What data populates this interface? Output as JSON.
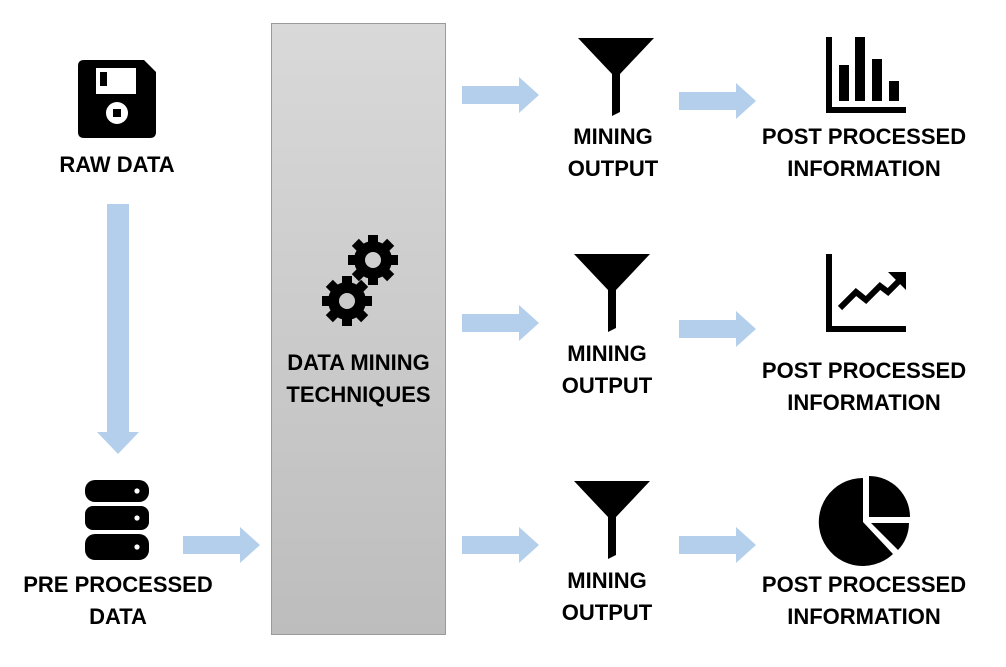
{
  "colors": {
    "arrow": "#b4cfec",
    "icon": "#000000",
    "panel_top": "#d9d9d9",
    "panel_bottom": "#bdbdbd"
  },
  "raw_data": {
    "label": "RAW DATA",
    "icon": "floppy-disk-icon"
  },
  "pre_processed": {
    "line1": "PRE PROCESSED",
    "line2": "DATA",
    "icon": "database-icon"
  },
  "techniques": {
    "line1": "DATA MINING",
    "line2": "TECHNIQUES",
    "icon": "gears-icon"
  },
  "rows": [
    {
      "output_line1": "MINING",
      "output_line2": "OUTPUT",
      "output_icon": "funnel-icon",
      "info_line1": "POST PROCESSED",
      "info_line2": "INFORMATION",
      "info_icon": "bar-chart-icon"
    },
    {
      "output_line1": "MINING",
      "output_line2": "OUTPUT",
      "output_icon": "funnel-icon",
      "info_line1": "POST PROCESSED",
      "info_line2": "INFORMATION",
      "info_icon": "line-chart-icon"
    },
    {
      "output_line1": "MINING",
      "output_line2": "OUTPUT",
      "output_icon": "funnel-icon",
      "info_line1": "POST PROCESSED",
      "info_line2": "INFORMATION",
      "info_icon": "pie-chart-icon"
    }
  ]
}
